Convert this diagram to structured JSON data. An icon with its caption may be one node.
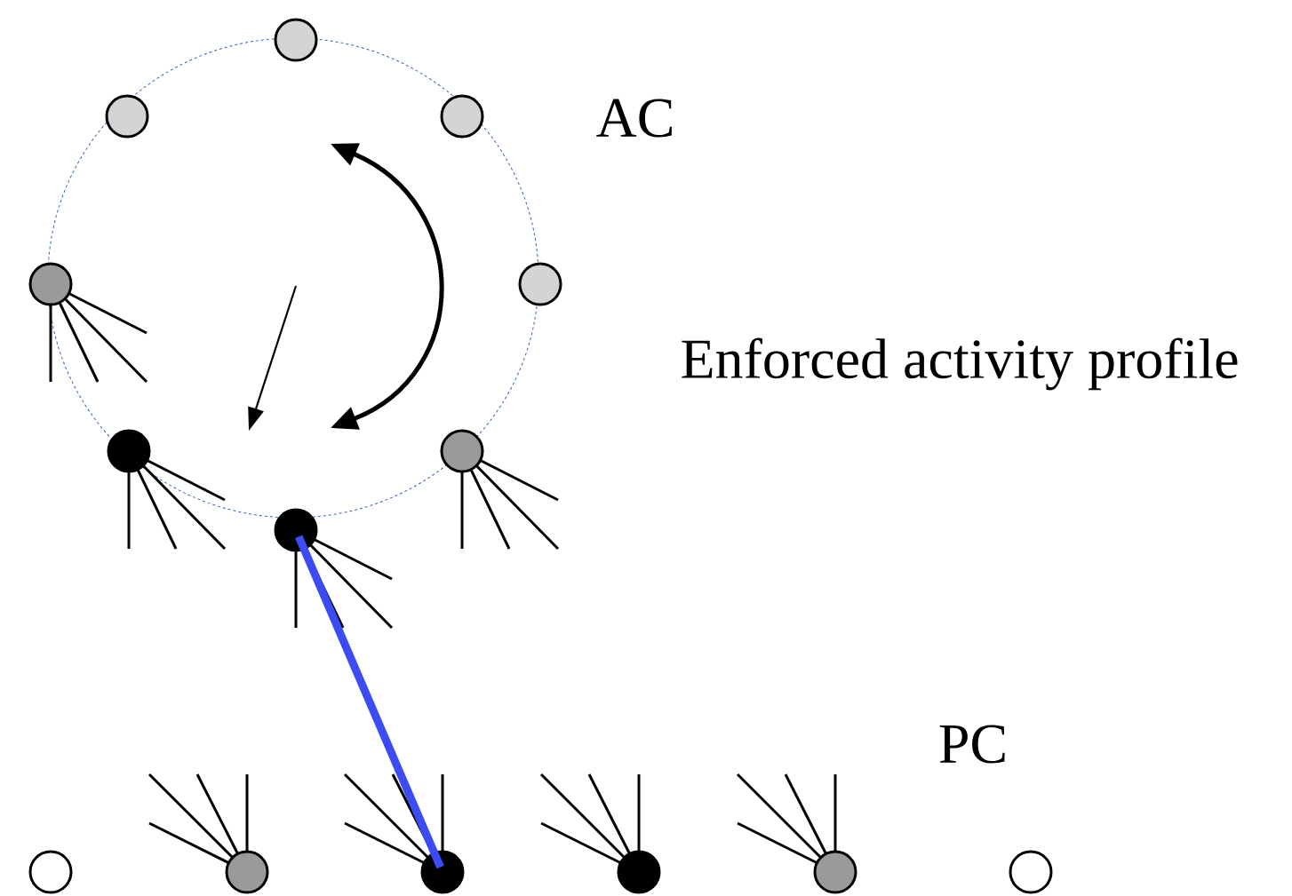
{
  "diagram": {
    "nodes": [
      {
        "text": [],
        "shape": "circle"
      },
      {
        "text": [],
        "shape": "circle"
      },
      {
        "text": [],
        "shape": "circle"
      },
      {
        "text": [],
        "shape": "circle"
      },
      {
        "text": [],
        "shape": "circle"
      },
      {
        "text": [],
        "shape": "circle"
      },
      {
        "text": [],
        "shape": "circle"
      },
      {
        "text": [],
        "shape": "circle"
      },
      {
        "text": [],
        "shape": "circle"
      },
      {
        "text": [],
        "shape": "circle"
      },
      {
        "text": [],
        "shape": "circle"
      },
      {
        "text": [],
        "shape": "circle"
      },
      {
        "text": [],
        "shape": "circle"
      },
      {
        "text": [],
        "shape": "circle"
      }
    ],
    "edges": [
      {
        "from": 7,
        "to": 10,
        "arrow": "none",
        "color": "#3b4cf5"
      }
    ],
    "labels": [
      "AC",
      "Enforced activity profile",
      "PC"
    ]
  }
}
